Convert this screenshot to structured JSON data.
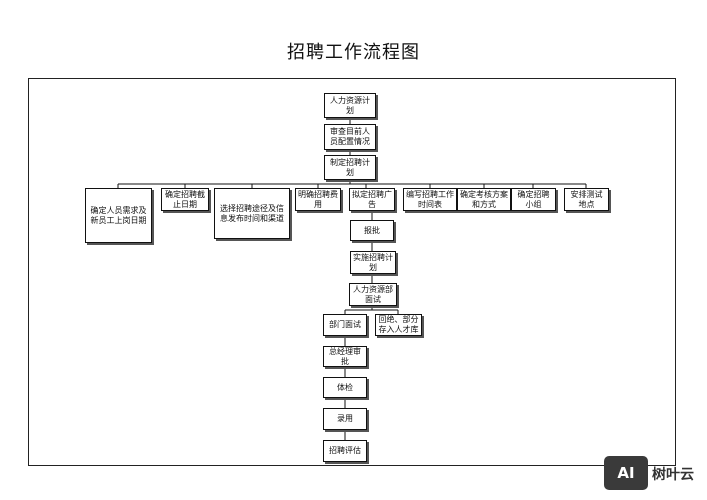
{
  "title": "招聘工作流程图",
  "nodes": {
    "hr_plan": "人力资源计划",
    "review_staff": "审查目前人员配置情况",
    "make_plan": "制定招聘计划",
    "determine_demand": "确定人员需求及新员工上岗日期",
    "deadline": "确定招聘截止日期",
    "channels": "选择招聘途径及信息发布时间和渠道",
    "costs": "明确招聘费用",
    "draft_ad": "拟定招聘广告",
    "schedule": "编写招聘工作时间表",
    "assessment": "确定考核方案和方式",
    "team": "确定招聘小组",
    "test_site": "安排测试地点",
    "approve": "报批",
    "execute": "实施招聘计划",
    "hr_interview": "人力资源部面试",
    "reject_store": "回绝、部分存入人才库",
    "dept_interview": "部门面试",
    "gm_review": "总经理审批",
    "physical": "体检",
    "hire": "录用",
    "evaluation": "招聘评估"
  },
  "watermark": {
    "logo": "AI",
    "text": "树叶云"
  }
}
